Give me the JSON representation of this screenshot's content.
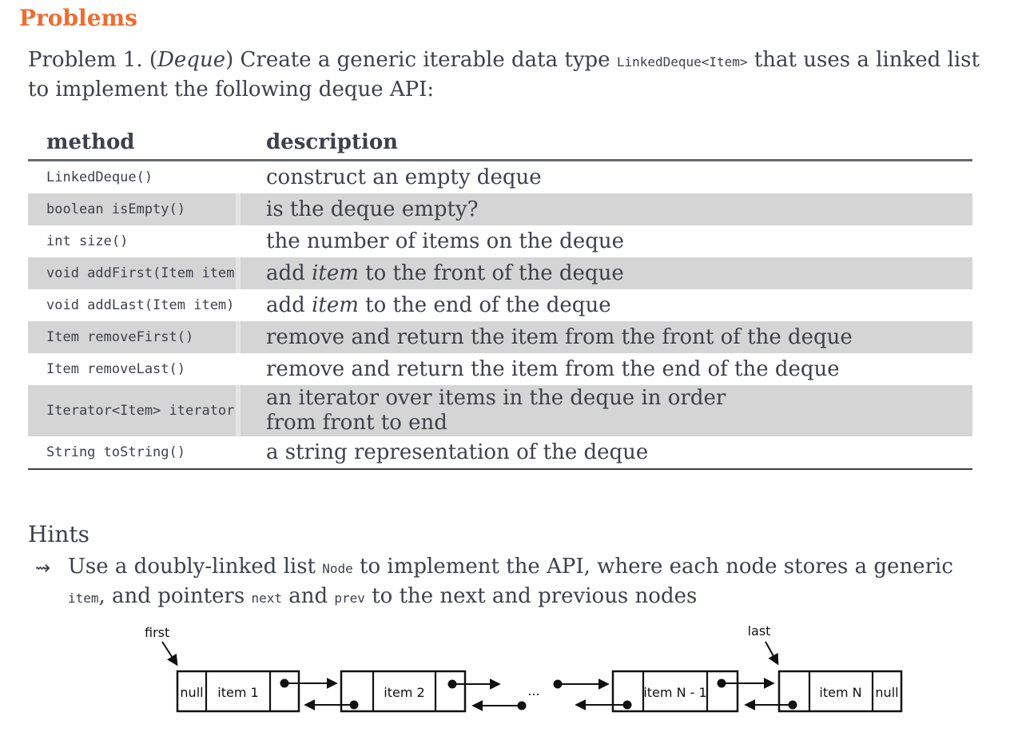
{
  "colors": {
    "accent_orange": "#ee6c31",
    "body_text": "#3e4149",
    "row_shade": "#d5d5d5",
    "header_rule": "#67696f",
    "bottom_rule": "#3d3f45"
  },
  "heading": "Problems",
  "problem": {
    "label": "Problem 1.",
    "paren_open": " (",
    "name": "Deque",
    "paren_close": ") ",
    "line1_pre": "Create a generic iterable data type ",
    "line1_code": "LinkedDeque<Item>",
    "line1_post": " that uses a linked list",
    "line2": "to implement the following deque API:"
  },
  "api_table": {
    "headers": {
      "method": "method",
      "description": "description"
    },
    "rows": [
      {
        "method": "LinkedDeque()",
        "d_pre": "construct an empty deque",
        "d_em": "",
        "d_post": ""
      },
      {
        "method": "boolean isEmpty()",
        "d_pre": "is the deque empty?",
        "d_em": "",
        "d_post": ""
      },
      {
        "method": "int size()",
        "d_pre": "the number of items on the deque",
        "d_em": "",
        "d_post": ""
      },
      {
        "method": "void addFirst(Item item)",
        "d_pre": "add ",
        "d_em": "item",
        "d_post": " to the front of the deque"
      },
      {
        "method": "void addLast(Item item)",
        "d_pre": "add ",
        "d_em": "item",
        "d_post": " to the end of the deque"
      },
      {
        "method": "Item removeFirst()",
        "d_pre": "remove and return the item from the front of the deque",
        "d_em": "",
        "d_post": ""
      },
      {
        "method": "Item removeLast()",
        "d_pre": "remove and return the item from the end of the deque",
        "d_em": "",
        "d_post": ""
      },
      {
        "method": "Iterator<Item> iterator()",
        "d_line1": "an iterator over items in the deque in order",
        "d_line2": "from front to end"
      },
      {
        "method": "String toString()",
        "d_pre": "a string representation of the deque",
        "d_em": "",
        "d_post": ""
      }
    ]
  },
  "hints": {
    "title": "Hints",
    "bullet": "⇝",
    "line1_pre": "Use a doubly-linked list ",
    "line1_code": "Node",
    "line1_post": " to implement the API, where each node stores a generic",
    "line2_code1": "item",
    "line2_mid1": ", and pointers ",
    "line2_code2": "next",
    "line2_mid2": " and ",
    "line2_code3": "prev",
    "line2_post": " to the next and previous nodes"
  },
  "diagram": {
    "first_label": "first",
    "last_label": "last",
    "node1_prev": "null",
    "node1_item": "item 1",
    "node2_item": "item 2",
    "ellipsis": "...",
    "nodeN1_item": "item N - 1",
    "nodeN_item": "item N",
    "nodeN_next": "null"
  }
}
